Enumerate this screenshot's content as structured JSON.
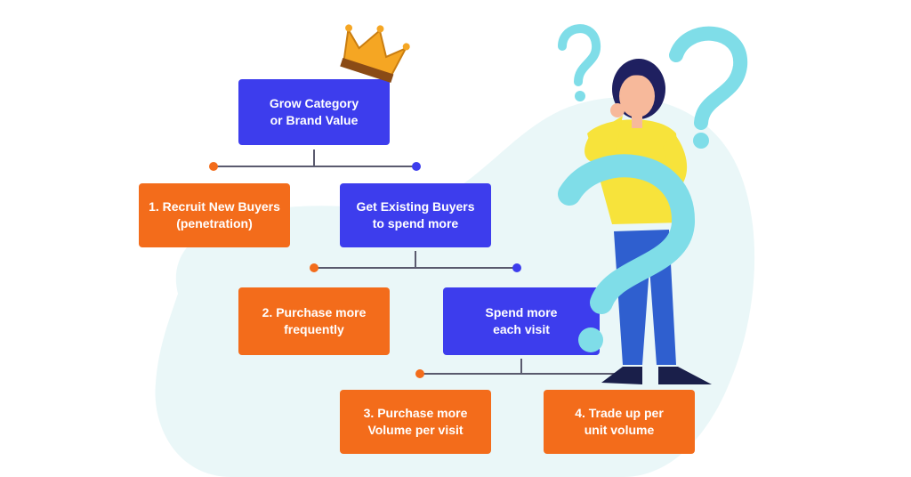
{
  "colors": {
    "blue_node": "#3d3ded",
    "orange_node": "#f36c1b",
    "connector_line": "#5a5a6e",
    "left_dot": "#f36c1b",
    "right_dot": "#3d3ded",
    "background_blob": "#eaf7f8",
    "question_mark": "#7fdde8",
    "crown": "#f5a623"
  },
  "nodes": {
    "root": {
      "label": "Grow Category\nor Brand Value"
    },
    "recruit": {
      "label": "1. Recruit New Buyers\n(penetration)"
    },
    "existing": {
      "label": "Get Existing Buyers\nto spend more"
    },
    "frequency": {
      "label": "2. Purchase more\nfrequently"
    },
    "spend_visit": {
      "label": "Spend more\neach visit"
    },
    "volume": {
      "label": "3. Purchase more\nVolume per visit"
    },
    "trade_up": {
      "label": "4. Trade up per\nunit volume"
    }
  },
  "illustration": {
    "icons": [
      "crown-icon",
      "question-mark-icon",
      "thinking-woman-illustration"
    ]
  }
}
